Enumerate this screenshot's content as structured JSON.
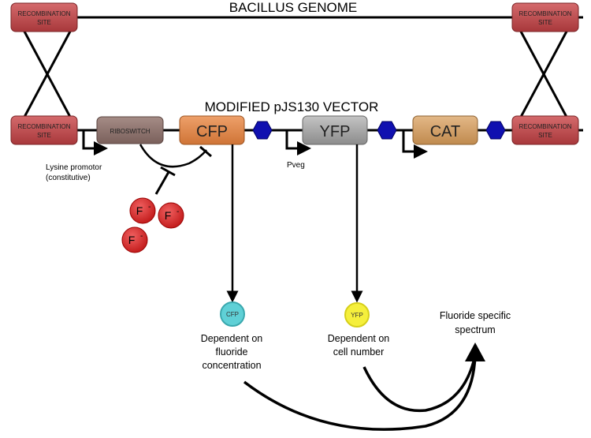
{
  "genome_label": "BACILLUS GENOME",
  "vector_label": "MODIFIED pJS130 VECTOR",
  "recombination_site": {
    "line1": "RECOMBINATION",
    "line2": "SITE"
  },
  "riboswitch_label": "RIBOSWITCH",
  "genes": {
    "cfp": "CFP",
    "yfp": "YFP",
    "cat": "CAT"
  },
  "promoters": {
    "lysine_line1": "Lysine promotor",
    "lysine_line2": "(constitutive)",
    "pveg": "Pveg"
  },
  "fluoride_ion": "F",
  "fluoride_charge": "-",
  "reporters": {
    "cfp_small": "CFP",
    "yfp_small": "YFP",
    "cfp_caption": [
      "Dependent on",
      "fluoride",
      "concentration"
    ],
    "yfp_caption": [
      "Dependent on",
      "cell number"
    ]
  },
  "output": [
    "Fluoride specific",
    "spectrum"
  ],
  "colors": {
    "recombination": "#c0474a",
    "riboswitch": "#8f7570",
    "cfp_box": "#e08a4c",
    "yfp_box": "#a3a3a3",
    "cat_box": "#d6a36a",
    "terminator": "#1010b0",
    "fluoride": "#d42020",
    "cfp_circle": "#4fc6cc",
    "yfp_circle": "#f0ea3a"
  }
}
